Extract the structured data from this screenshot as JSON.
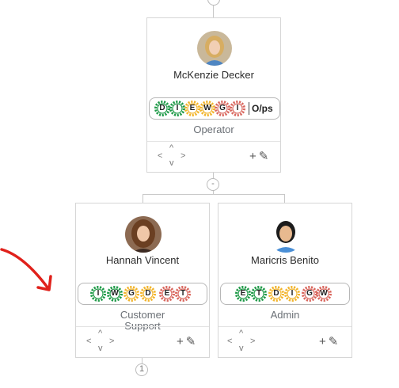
{
  "nodes": [
    {
      "name": "McKenzie Decker",
      "role": "Operator",
      "gears": [
        {
          "letter": "D",
          "color": "#1f9a48"
        },
        {
          "letter": "I",
          "color": "#1f9a48"
        },
        {
          "letter": "E",
          "color": "#f2b42b"
        },
        {
          "letter": "W",
          "color": "#f2b42b"
        },
        {
          "letter": "G",
          "color": "#d9675e"
        },
        {
          "letter": "I",
          "color": "#d9675e"
        }
      ],
      "ops": "O/ps"
    },
    {
      "name": "Hannah Vincent",
      "role": "Customer Support",
      "gears": [
        {
          "letter": "I",
          "color": "#1f9a48"
        },
        {
          "letter": "W",
          "color": "#1f9a48"
        },
        {
          "letter": "G",
          "color": "#f2b42b"
        },
        {
          "letter": "D",
          "color": "#f2b42b"
        },
        {
          "letter": "E",
          "color": "#d9675e"
        },
        {
          "letter": "T",
          "color": "#d9675e"
        }
      ]
    },
    {
      "name": "Maricris Benito",
      "role": "Admin",
      "gears": [
        {
          "letter": "E",
          "color": "#1f9a48"
        },
        {
          "letter": "T",
          "color": "#1f9a48"
        },
        {
          "letter": "D",
          "color": "#f2b42b"
        },
        {
          "letter": "I",
          "color": "#f2b42b"
        },
        {
          "letter": "G",
          "color": "#d9675e"
        },
        {
          "letter": "W",
          "color": "#d9675e"
        }
      ]
    }
  ],
  "connector_toggle": "-",
  "child_count": "1",
  "annotation_color": "#e0211b",
  "icons": {
    "nav_up": "chevron-up-icon",
    "nav_down": "chevron-down-icon",
    "nav_left": "chevron-left-icon",
    "nav_right": "chevron-right-icon",
    "add": "plus-icon",
    "edit": "edit-icon"
  }
}
